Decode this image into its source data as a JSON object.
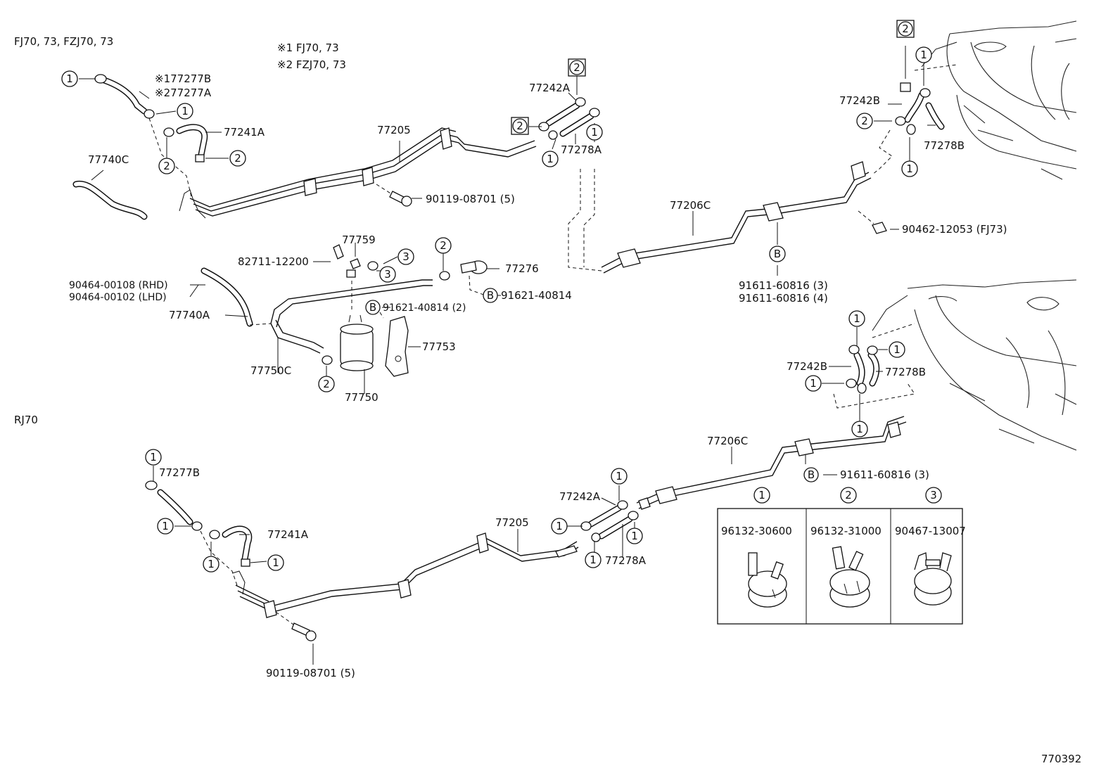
{
  "sections": {
    "top_models": "FJ70, 73, FZJ70, 73",
    "bottom_model": "RJ70"
  },
  "notes": {
    "note1": "※1  FJ70, 73",
    "note2": "※2  FZJ70, 73"
  },
  "labels": {
    "p77277_top": "※177277B",
    "p77277a_top": "※277277A",
    "p77241a_top": "77241A",
    "p77740c": "77740C",
    "p77205_top": "77205",
    "p90119_top": "90119-08701 (5)",
    "p77242a_top": "77242A",
    "p77278a_top": "77278A",
    "p77206c_top": "77206C",
    "p77242b_top": "77242B",
    "p77278b_top": "77278B",
    "p90462": "90462-12053 (FJ73)",
    "p91611_top1": "91611-60816 (3)",
    "p91611_top2": "91611-60816 (4)",
    "p82711": "82711-12200",
    "p77759": "77759",
    "p77276": "77276",
    "p91621_a": "91621-40814",
    "p91621_b": "91621-40814 (2)",
    "p90464_rhd": "90464-00108 (RHD)",
    "p90464_lhd": "90464-00102 (LHD)",
    "p77740a": "77740A",
    "p77753": "77753",
    "p77750c": "77750C",
    "p77750": "77750",
    "p77242b_mid": "77242B",
    "p77278b_mid": "77278B",
    "p77206c_bot": "77206C",
    "p91611_bot": "91611-60816 (3)",
    "p77277b_bot": "77277B",
    "p77241a_bot": "77241A",
    "p77242a_bot": "77242A",
    "p77205_bot": "77205",
    "p77278a_bot": "77278A",
    "p90119_bot": "90119-08701 (5)"
  },
  "callouts": {
    "c1": "1",
    "c2": "2",
    "c3": "3",
    "cB": "B"
  },
  "legend": {
    "items": [
      {
        "num": "1",
        "part": "96132-30600"
      },
      {
        "num": "2",
        "part": "96132-31000"
      },
      {
        "num": "3",
        "part": "90467-13007"
      }
    ]
  },
  "figure_id": "770392"
}
